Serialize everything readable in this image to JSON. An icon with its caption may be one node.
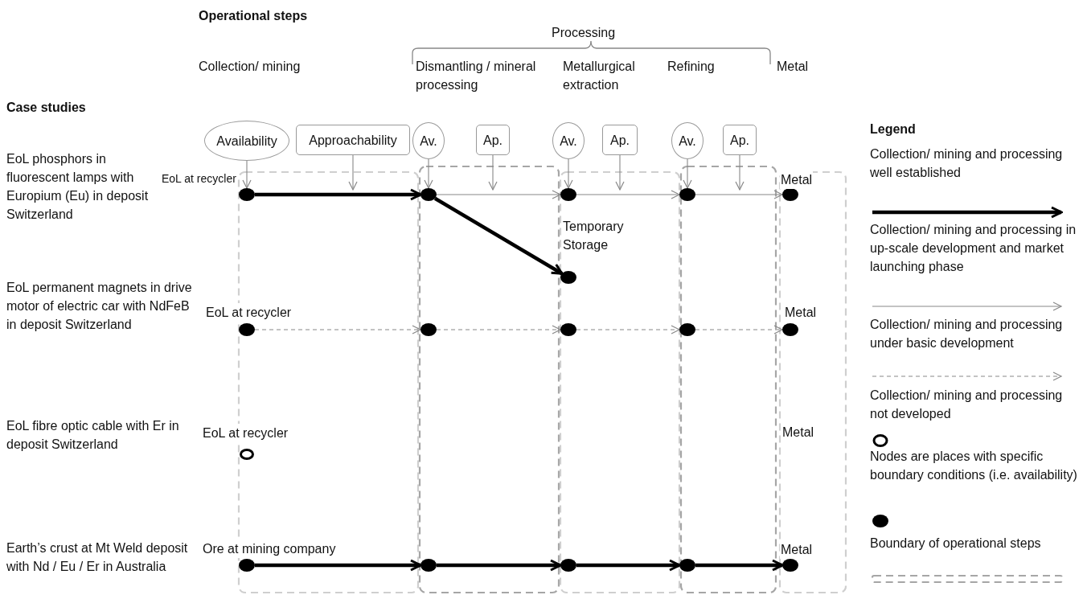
{
  "diagram": {
    "nodes": [
      {
        "text": [
          "Availability"
        ]
      },
      {
        "text": [
          "Approachability"
        ]
      },
      {
        "text": [
          "Av."
        ]
      },
      {
        "text": [
          "Ap."
        ]
      },
      {
        "text": [
          "Av."
        ]
      },
      {
        "text": [
          "Ap."
        ]
      },
      {
        "text": [
          "Av."
        ]
      },
      {
        "text": [
          "Ap."
        ]
      },
      {
        "text": [],
        "shape": "dot",
        "beside": [
          "EoL at recycler"
        ]
      },
      {
        "text": [],
        "shape": "dot"
      },
      {
        "text": [],
        "shape": "dot"
      },
      {
        "text": [],
        "shape": "dot"
      },
      {
        "text": [],
        "shape": "dot",
        "beside": [
          "Metal"
        ]
      },
      {
        "text": [],
        "shape": "dot",
        "beside": [
          "Temporary Storage"
        ]
      },
      {
        "text": [],
        "shape": "dot",
        "beside": [
          "EoL at recycler"
        ]
      },
      {
        "text": [],
        "shape": "dot"
      },
      {
        "text": [],
        "shape": "dot"
      },
      {
        "text": [],
        "shape": "dot"
      },
      {
        "text": [],
        "shape": "dot",
        "beside": [
          "Metal"
        ]
      },
      {
        "text": [],
        "shape": "circle",
        "beside": [
          "EoL at recycler"
        ]
      },
      {
        "text": [],
        "shape": "dot",
        "beside": [
          "Ore at mining company"
        ]
      },
      {
        "text": [],
        "shape": "dot"
      },
      {
        "text": [],
        "shape": "dot"
      },
      {
        "text": [],
        "shape": "dot"
      },
      {
        "text": [],
        "shape": "dot",
        "beside": [
          "Metal"
        ]
      }
    ],
    "edges": [
      {
        "from": 0,
        "to": 8,
        "arrow": "to"
      },
      {
        "from": 1,
        "to": null,
        "arrow": "to"
      },
      {
        "from": 2,
        "to": 9,
        "arrow": "to"
      },
      {
        "from": 3,
        "to": null,
        "arrow": "to"
      },
      {
        "from": 4,
        "to": 10,
        "arrow": "to"
      },
      {
        "from": 5,
        "to": null,
        "arrow": "to"
      },
      {
        "from": 6,
        "to": 11,
        "arrow": "to"
      },
      {
        "from": 7,
        "to": null,
        "arrow": "to"
      },
      {
        "from": 8,
        "to": 9,
        "arrow": "to",
        "style": "thick",
        "color": "#000000"
      },
      {
        "from": 9,
        "to": 13,
        "arrow": "to",
        "style": "thick",
        "color": "#000000"
      },
      {
        "from": 9,
        "to": 10,
        "arrow": "to"
      },
      {
        "from": 10,
        "to": 11,
        "arrow": "to"
      },
      {
        "from": 11,
        "to": 12,
        "arrow": "to"
      },
      {
        "from": 14,
        "to": 15,
        "arrow": "to",
        "style": "dashed"
      },
      {
        "from": 15,
        "to": 16,
        "arrow": "to",
        "style": "dashed"
      },
      {
        "from": 16,
        "to": 17,
        "arrow": "to",
        "style": "dashed"
      },
      {
        "from": 17,
        "to": 18,
        "arrow": "to",
        "style": "dashed"
      },
      {
        "from": 20,
        "to": 21,
        "arrow": "to",
        "style": "thick",
        "color": "#000000"
      },
      {
        "from": 21,
        "to": 22,
        "arrow": "to",
        "style": "thick",
        "color": "#000000"
      },
      {
        "from": 22,
        "to": 23,
        "arrow": "to",
        "style": "thick",
        "color": "#000000"
      },
      {
        "from": 23,
        "to": 24,
        "arrow": "to",
        "style": "thick",
        "color": "#000000"
      }
    ],
    "labels": [
      "Operational steps",
      "Processing",
      "Collection/ mining",
      "Dismantling / mineral processing",
      "Metallurgical extraction",
      "Refining",
      "Metal",
      "Case studies",
      "EoL phosphors in fluorescent lamps with Europium (Eu) in deposit Switzerland",
      "EoL permanent magnets in drive motor of electric car with NdFeB in deposit Switzerland",
      "EoL fibre optic cable with Er in deposit Switzerland",
      "Metal",
      "Earth’s crust at Mt Weld deposit with Nd / Eu / Er in Australia",
      "Legend"
    ],
    "legend": [
      {
        "text": "Collection/ mining and processing well established"
      },
      {
        "text": "Collection/ mining and processing in up-scale development and market launching phase"
      },
      {
        "text": "Collection/ mining and processing under basic development"
      },
      {
        "text": "Collection/ mining and processing not developed"
      },
      {
        "text": "Nodes are places with specific boundary conditions (i.e. availability)"
      },
      {
        "text": "Boundary of operational steps"
      }
    ]
  }
}
